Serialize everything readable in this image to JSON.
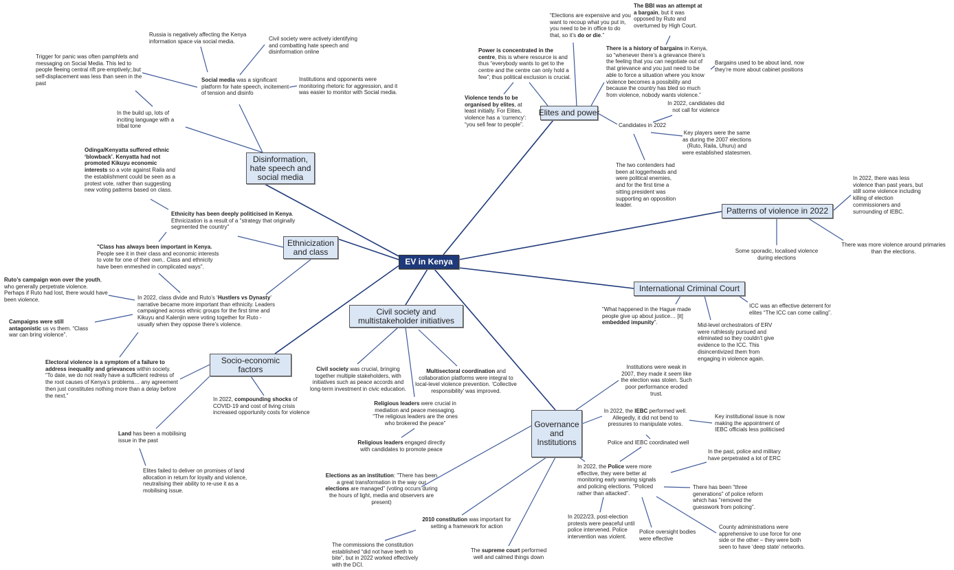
{
  "topics": {
    "center": "EV in Kenya",
    "disinfo": "Disinformation, hate speech and social media",
    "elites": "Elites and power",
    "patterns": "Patterns of violence in 2022",
    "icc": "International Criminal Court",
    "ethnic": "Ethnicization and class",
    "socio": "Socio-economic factors",
    "civil": "Civil society and multistakeholder initiatives",
    "gov": "Governance and Institutions"
  },
  "colors": {
    "center_fill": "#1f3a7a",
    "topic_fill": "#dbe6f5",
    "link": "#3f5a9a"
  },
  "notes": [
    {
      "id": "russia",
      "align": "l",
      "segments": [
        {
          "text": "Russia is negatively affecting the Kenya information space via social media."
        }
      ]
    },
    {
      "id": "civonline",
      "align": "l",
      "segments": [
        {
          "text": "Civil society were actively identifying and combatting hate speech and disinformation online"
        }
      ]
    },
    {
      "id": "trigger",
      "align": "l",
      "segments": [
        {
          "text": "Trigger for panic was often pamphlets and messaging on Social Media.  This led to people fleeing central rift pre-emptively;.but self-displacement was less than  seen in the past"
        }
      ]
    },
    {
      "id": "socialmedia",
      "align": "l",
      "segments": [
        {
          "text": "Social media",
          "bold": true
        },
        {
          "text": " was a significant platform for hate speech, incitement of tension and disinfo"
        }
      ]
    },
    {
      "id": "instopp",
      "align": "l",
      "segments": [
        {
          "text": "Institutions and opponents were monitoring rhetoric for aggression, and it was easier to monitor with Social media."
        }
      ]
    },
    {
      "id": "buildup",
      "align": "l",
      "segments": [
        {
          "text": "In the build up, lots of inciting language with a tribal tone"
        }
      ]
    },
    {
      "id": "odinga",
      "align": "l",
      "segments": [
        {
          "text": "Odinga/Kenyatta suffered ethnic ‘blowback’. Kenyatta had not promoted Kikuyu economic interests",
          "bold": true
        },
        {
          "text": " so a vote against Raila and the establishment could be seen as a protest vote, rather than suggesting new voting patterns based on class."
        }
      ]
    },
    {
      "id": "ethnicity",
      "align": "l",
      "segments": [
        {
          "text": "Ethnicity has been deeply politicised in Kenya",
          "bold": true
        },
        {
          "text": ". Ethnicization is a result of a \"strategy that originally segmented the country\""
        }
      ]
    },
    {
      "id": "classimp",
      "align": "l",
      "segments": [
        {
          "text": "\"Class has always been important in Kenya.",
          "bold": true
        },
        {
          "text": " People see it in their class and economic interests to vote for one of their own..  Class and ethnicity have been enmeshed in complicated ways\"."
        }
      ]
    },
    {
      "id": "ruto",
      "align": "l",
      "segments": [
        {
          "text": "Ruto’s campaign won over the youth",
          "bold": true
        },
        {
          "text": ", who generally perpetrate violence. Perhaps if Ruto had lost, there would have been violence."
        }
      ]
    },
    {
      "id": "classdivide",
      "align": "l",
      "segments": [
        {
          "text": "In 2022, class divide and Ruto’s ‘"
        },
        {
          "text": "Hustlers vs Dynasty",
          "bold": true
        },
        {
          "text": "’ narrative  became more important than  ethnicity. Leaders campaigned across ethnic groups for the  first time and Kikuyu  and Kalenjin were voting together for Ruto - usually  when they oppose there’s violence."
        }
      ]
    },
    {
      "id": "antagonistic",
      "align": "l",
      "segments": [
        {
          "text": "Campaigns were still antagonistic",
          "bold": true
        },
        {
          "text": " us vs them. “Class war can bring violence”."
        }
      ]
    },
    {
      "id": "electoral",
      "align": "l",
      "segments": [
        {
          "text": "Electoral violence is a symptom of a failure to address inequality and grievances",
          "bold": true
        },
        {
          "text": " within  society. “To date, we do not really have a sufficient redress of the root causes of Kenya’s problems… any agreement then just constitutes nothing more than  a delay before the next.”"
        }
      ]
    },
    {
      "id": "shocks",
      "align": "l",
      "segments": [
        {
          "text": "In 2022, "
        },
        {
          "text": "compounding shocks",
          "bold": true
        },
        {
          "text": " of COVID-19 and cost of living crisis increased opportunity costs for violence"
        }
      ]
    },
    {
      "id": "land",
      "align": "l",
      "segments": [
        {
          "text": "Land",
          "bold": true
        },
        {
          "text": " has been a mobilising issue in the past"
        }
      ]
    },
    {
      "id": "landfail",
      "align": "l",
      "segments": [
        {
          "text": "Elites failed to deliver on promises of land allocation in return for loyalty and violence, neutralising their ability to re-use it as a mobilising issue."
        }
      ]
    },
    {
      "id": "cscrucial",
      "align": "c",
      "segments": [
        {
          "text": "Civil society",
          "bold": true
        },
        {
          "text": " was crucial,  bringing together multiple stakeholders, with initiatives  such as peace accords and long-term investment in civic education."
        }
      ]
    },
    {
      "id": "multisector",
      "align": "c",
      "segments": [
        {
          "text": "Multisectoral coordination",
          "bold": true
        },
        {
          "text": " and collaboration platforms were integral to local-level violence prevention. ‘Collective responsibility’ was  improved."
        }
      ]
    },
    {
      "id": "religious1",
      "align": "c",
      "segments": [
        {
          "text": "Religious leaders",
          "bold": true
        },
        {
          "text": " were crucial in mediation and peace messaging. “The religious leaders are the ones who brokered the peace”"
        }
      ]
    },
    {
      "id": "religious2",
      "align": "c",
      "segments": [
        {
          "text": "Religious leaders",
          "bold": true
        },
        {
          "text": " engaged directly with  candidates to promote peace"
        }
      ]
    },
    {
      "id": "instweak",
      "align": "c",
      "segments": [
        {
          "text": "Institutions were weak in 2007, they made it seem like the election was stolen. Such poor performance eroded trust."
        }
      ]
    },
    {
      "id": "iebc",
      "align": "c",
      "segments": [
        {
          "text": "In 2022, the "
        },
        {
          "text": "IEBC",
          "bold": true
        },
        {
          "text": " performed well.  Allegedly, it did not bend to pressures to manipulate votes."
        }
      ]
    },
    {
      "id": "keyinst",
      "align": "l",
      "segments": [
        {
          "text": "Key institutional  issue is now making the appointment of IEBC officials less politicised"
        }
      ]
    },
    {
      "id": "policeiebc",
      "align": "l",
      "segments": [
        {
          "text": "Police and  IEBC coordinated well"
        }
      ]
    },
    {
      "id": "pastpolice",
      "align": "l",
      "segments": [
        {
          "text": "In the past, police and military have perpetrated a lot of ERC"
        }
      ]
    },
    {
      "id": "police",
      "align": "l",
      "segments": [
        {
          "text": "In 2022, the "
        },
        {
          "text": "Police",
          "bold": true
        },
        {
          "text": " were more effective, they were better at monitoring early warning signals and policing elections. \"Policed rather than attacked\"."
        }
      ]
    },
    {
      "id": "threegen",
      "align": "l",
      "segments": [
        {
          "text": "There has been \"three generations\" of police reform which has \"removed the guesswork from policing\"."
        }
      ]
    },
    {
      "id": "protests",
      "align": "l",
      "segments": [
        {
          "text": "In 2022/23, post-election protests were peaceful until  police intervened. Police intervention was violent."
        }
      ]
    },
    {
      "id": "oversight",
      "align": "l",
      "segments": [
        {
          "text": "Police oversight bodies were effective"
        }
      ]
    },
    {
      "id": "county",
      "align": "l",
      "segments": [
        {
          "text": "County administrations were apprehensive to use force for one side or the other – they were both seen to have ‘deep state’ networks."
        }
      ]
    },
    {
      "id": "elections",
      "align": "c",
      "segments": [
        {
          "text": "Elections as an institution",
          "bold": true
        },
        {
          "text": ": \"There has been a great transformation in the way our "
        },
        {
          "text": "elections",
          "bold": true
        },
        {
          "text": " are managed\" (voting occurs during the hours of light, media and observers are present)"
        }
      ]
    },
    {
      "id": "constitution",
      "align": "c",
      "segments": [
        {
          "text": "2010 constitution",
          "bold": true
        },
        {
          "text": " was important for setting a  framework for action"
        }
      ]
    },
    {
      "id": "supreme",
      "align": "c",
      "segments": [
        {
          "text": "The "
        },
        {
          "text": "supreme court",
          "bold": true
        },
        {
          "text": " performed well and  calmed things down"
        }
      ]
    },
    {
      "id": "commissions",
      "align": "l",
      "segments": [
        {
          "text": "The commissions the constitution established “did not have teeth to bite”, but in 2022 worked effectively with the DCI."
        }
      ]
    },
    {
      "id": "quote",
      "align": "l",
      "segments": [
        {
          "text": "“Elections are expensive and you want to recoup what you put in, you need to be in office to do that, so it’s "
        },
        {
          "text": "do or die",
          "bold": true
        },
        {
          "text": ".”"
        }
      ]
    },
    {
      "id": "bbi",
      "align": "l",
      "segments": [
        {
          "text": "The BBI was an attempt at a bargain",
          "bold": true
        },
        {
          "text": ", but it was opposed by Ruto and overturned by High Court."
        }
      ]
    },
    {
      "id": "power",
      "align": "l",
      "segments": [
        {
          "text": "Power is concentrated in the centre",
          "bold": true
        },
        {
          "text": ", this is where resource is and thus “everybody wants to get to the centre and the centre can only hold a few”; thus political exclusion is crucial."
        }
      ]
    },
    {
      "id": "bargains",
      "align": "l",
      "segments": [
        {
          "text": "There is a history of bargains",
          "bold": true
        },
        {
          "text": " in Kenya,  so “whenever there’s a grievance there’s the feeling that you can negotiate out of that grievance and you just need to be able to force a situation where you know violence becomes a possibility and because the country has bled so much from violence, nobody wants violence.”"
        }
      ]
    },
    {
      "id": "bargland",
      "align": "l",
      "segments": [
        {
          "text": "Bargains used to be about land, now they’re more about cabinet positions"
        }
      ]
    },
    {
      "id": "violorg",
      "align": "l",
      "segments": [
        {
          "text": "Violence tends to be organised by elites",
          "bold": true
        },
        {
          "text": ", at least initially.  For Elites, violence has a ‘currency’: “you sell fear to people”."
        }
      ]
    },
    {
      "id": "nocall",
      "align": "c",
      "segments": [
        {
          "text": "In 2022, candidates did not call for violence"
        }
      ]
    },
    {
      "id": "cand2022",
      "align": "l",
      "segments": [
        {
          "text": "Candidates in 2022"
        }
      ]
    },
    {
      "id": "keyplayers",
      "align": "c",
      "segments": [
        {
          "text": "Key players were the same as during the 2007 elections (Ruto, Raila, Uhuru) and were established statesmen."
        }
      ]
    },
    {
      "id": "contenders",
      "align": "l",
      "segments": [
        {
          "text": "The two contenders had been at loggerheads and were political enemies, and for the first time a sitting president was supporting an opposition leader."
        }
      ]
    },
    {
      "id": "lessviol",
      "align": "l",
      "segments": [
        {
          "text": "In 2022, there was less violence than  past years, but still some violence including killing of election commissioners and surrounding of IEBC."
        }
      ]
    },
    {
      "id": "sporadic",
      "align": "c",
      "segments": [
        {
          "text": "Some sporadic, localised violence during elections"
        }
      ]
    },
    {
      "id": "primaries",
      "align": "c",
      "segments": [
        {
          "text": "There was more violence around primaries than  the elections."
        }
      ]
    },
    {
      "id": "hague",
      "align": "l",
      "segments": [
        {
          "text": "\"What happened in the Hague made people give up about justice… [it] "
        },
        {
          "text": "embedded impunity",
          "bold": true
        },
        {
          "text": "\"."
        }
      ]
    },
    {
      "id": "midlevel",
      "align": "l",
      "segments": [
        {
          "text": "Mid-level orchestrators of ERV were ruthlessly pursued and eliminated so they couldn’t give evidence to the ICC. This disincentivized them from engaging in violence again."
        }
      ]
    },
    {
      "id": "iccdeter",
      "align": "l",
      "segments": [
        {
          "text": "ICC was an effective deterrent for elites “The ICC can come calling”."
        }
      ]
    }
  ]
}
